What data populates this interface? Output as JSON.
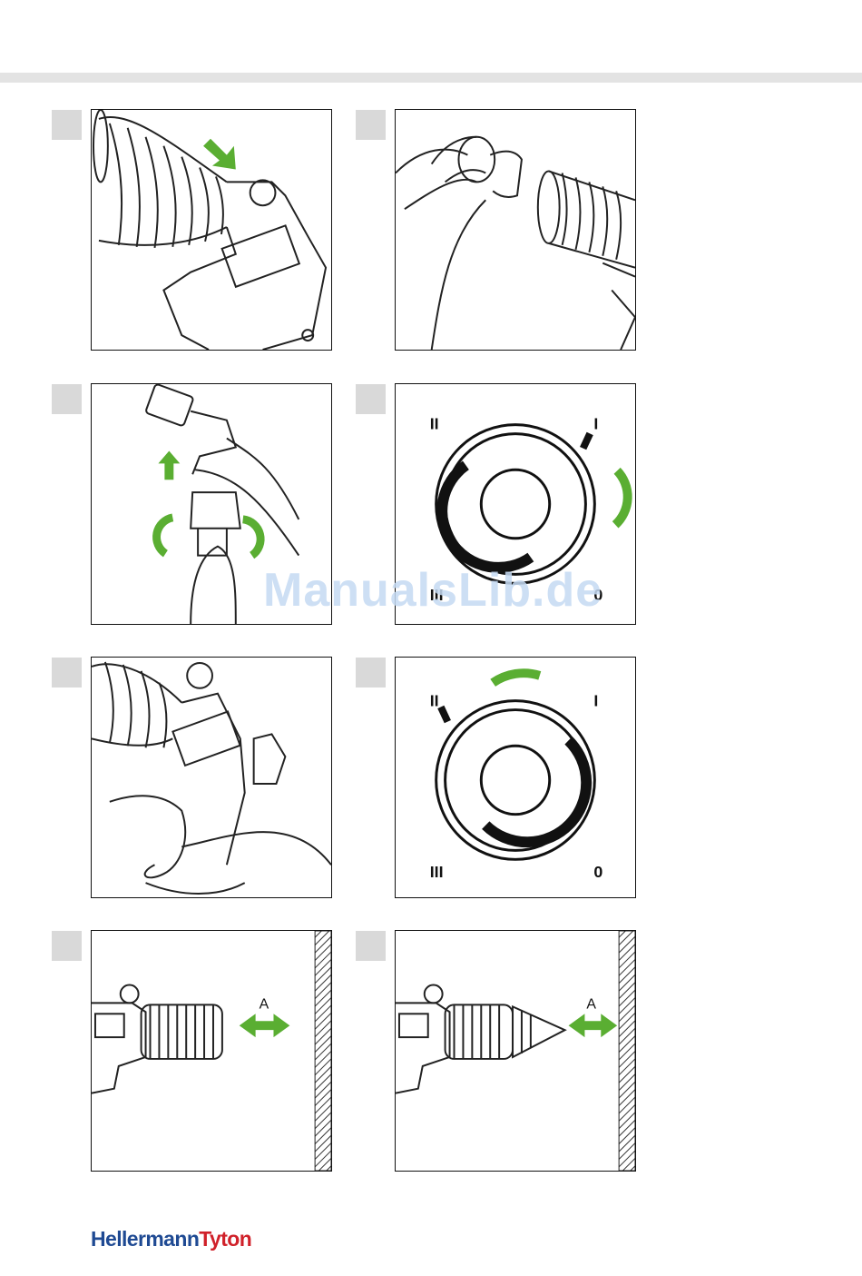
{
  "watermark": "ManualsLib.de",
  "brand": {
    "part1": "Hellermann",
    "part2": "Tyton"
  },
  "colors": {
    "accent_green": "#5aae32",
    "brand_blue": "#1f4a93",
    "brand_red": "#d0212a",
    "marker_grey": "#d9d9d9"
  },
  "panels": [
    {
      "id": 1,
      "scene": "nozzle-attach"
    },
    {
      "id": 2,
      "scene": "reflector-attach"
    },
    {
      "id": 3,
      "scene": "stand-twist"
    },
    {
      "id": 4,
      "scene": "dial-to-I",
      "labels": {
        "tl": "II",
        "tr": "I",
        "bl": "III",
        "br": "0"
      }
    },
    {
      "id": 5,
      "scene": "hold-tool"
    },
    {
      "id": 6,
      "scene": "dial-to-II",
      "labels": {
        "tl": "II",
        "tr": "I",
        "bl": "III",
        "br": "0"
      }
    },
    {
      "id": 7,
      "scene": "distance",
      "distance_label": "A"
    },
    {
      "id": 8,
      "scene": "distance-cone",
      "distance_label": "A"
    }
  ]
}
